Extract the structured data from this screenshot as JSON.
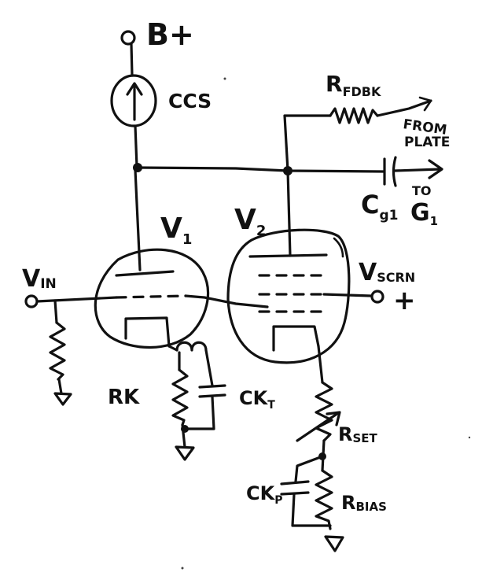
{
  "labels": {
    "bplus": "B+",
    "ccs": "CCS",
    "rfdbk_r": "R",
    "rfdbk_sub": "FDBK",
    "from": "FROM",
    "plate": "PLATE",
    "cg_c": "C",
    "cg_sub": "g1",
    "to": "TO",
    "to_g_g": "G",
    "to_g_sub": "1",
    "v1_v": "V",
    "v1_sub": "1",
    "v2_v": "V",
    "v2_sub": "2",
    "vin_v": "V",
    "vin_sub": "IN",
    "vscrn_v": "V",
    "vscrn_sub": "SCRN",
    "vscrn_plus": "+",
    "rk": "RK",
    "ckt_c": "CK",
    "ckt_sub": "T",
    "rset_r": "R",
    "rset_sub": "SET",
    "ckp_c": "CK",
    "ckp_sub": "P",
    "rbias_r": "R",
    "rbias_sub": "BIAS"
  }
}
